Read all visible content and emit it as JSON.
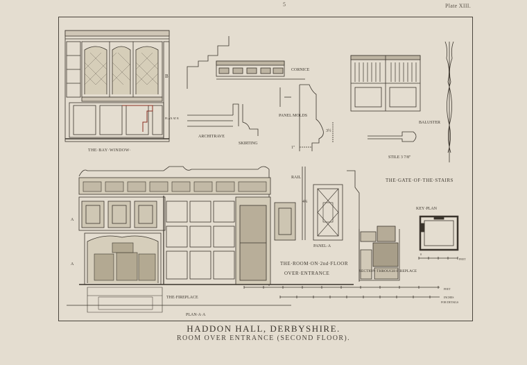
{
  "header": {
    "page_mark": "5",
    "plate": "Plate XIII."
  },
  "caption": {
    "title": "HADDON HALL, DERBYSHIRE.",
    "subtitle": "ROOM OVER ENTRANCE (SECOND FLOOR)."
  },
  "labels": {
    "bay_window": "THE·BAY·WINDOW·",
    "bay_b": "B",
    "bay_plan": "PLAN AT B",
    "architrave": "ARCHITRAVE",
    "skirting": "SKIRTING",
    "cornice": "CORNICE",
    "panel_molds": "PANEL MOLDS",
    "rail": "RAIL",
    "dim_one": "1\"",
    "dim_three_half": "3½",
    "dim_four": "4¾",
    "panel_a": "PANEL·A",
    "baluster": "BALUSTER",
    "stile": "STILE 3 7/8\"",
    "gate": "THE·GATE·OF·THE·STAIRS",
    "key_plan": "KEY·PLAN",
    "key_scale_left": "0",
    "key_scale_right": "FEET",
    "room_line1": "THE·ROOM·ON·2nd·FLOOR",
    "room_line2": "OVER·ENTRANCE",
    "section_fireplace": "SECTION·THROUGH·FIREPLACE",
    "fireplace": "THE·FIREPLACE",
    "plan_aa": "PLAN·A·A",
    "mark_a1": "A",
    "mark_a2": "A",
    "scale_feet": "FEET",
    "scale_inches": "INCHES",
    "scale_details": "FOR DETAILS"
  }
}
